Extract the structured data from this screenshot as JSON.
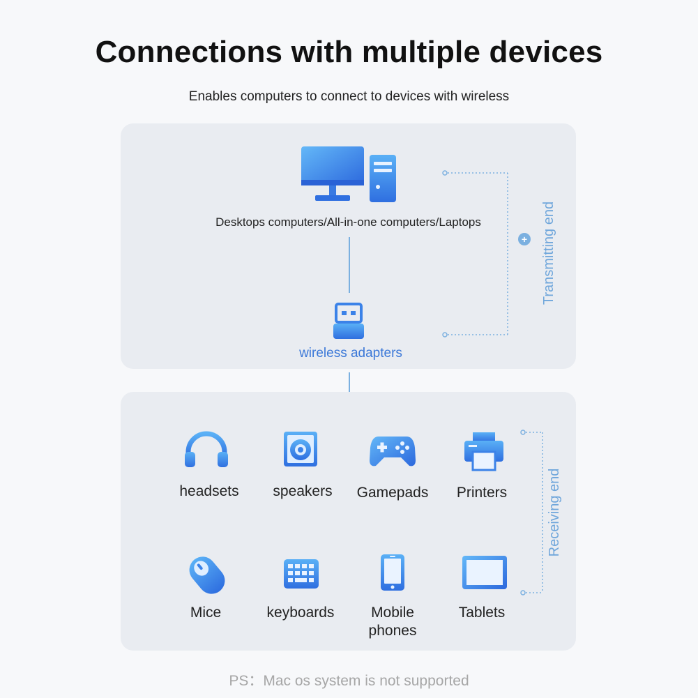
{
  "title": "Connections with multiple devices",
  "subtitle": "Enables computers to connect to devices with wireless",
  "transmit": {
    "computers_label": "Desktops computers/All-in-one computers/Laptops",
    "adapter_label": "wireless adapters",
    "side_label": "Transmitting end",
    "plus_symbol": "+"
  },
  "receive": {
    "side_label": "Receiving end",
    "devices": [
      {
        "label": "headsets",
        "icon": "headset-icon"
      },
      {
        "label": "speakers",
        "icon": "speaker-icon"
      },
      {
        "label": "Gamepads",
        "icon": "gamepad-icon"
      },
      {
        "label": "Printers",
        "icon": "printer-icon"
      },
      {
        "label": "Mice",
        "icon": "mouse-icon"
      },
      {
        "label": "keyboards",
        "icon": "keyboard-icon"
      },
      {
        "label": "Mobile\nphones",
        "icon": "phone-icon"
      },
      {
        "label": "Tablets",
        "icon": "tablet-icon"
      }
    ]
  },
  "footnote": "PS：Mac os system is not supported",
  "colors": {
    "accent": "#3b82e8",
    "accent_light": "#5aa4f2",
    "line": "#7bb0e0",
    "panel": "#e9ecf1"
  }
}
